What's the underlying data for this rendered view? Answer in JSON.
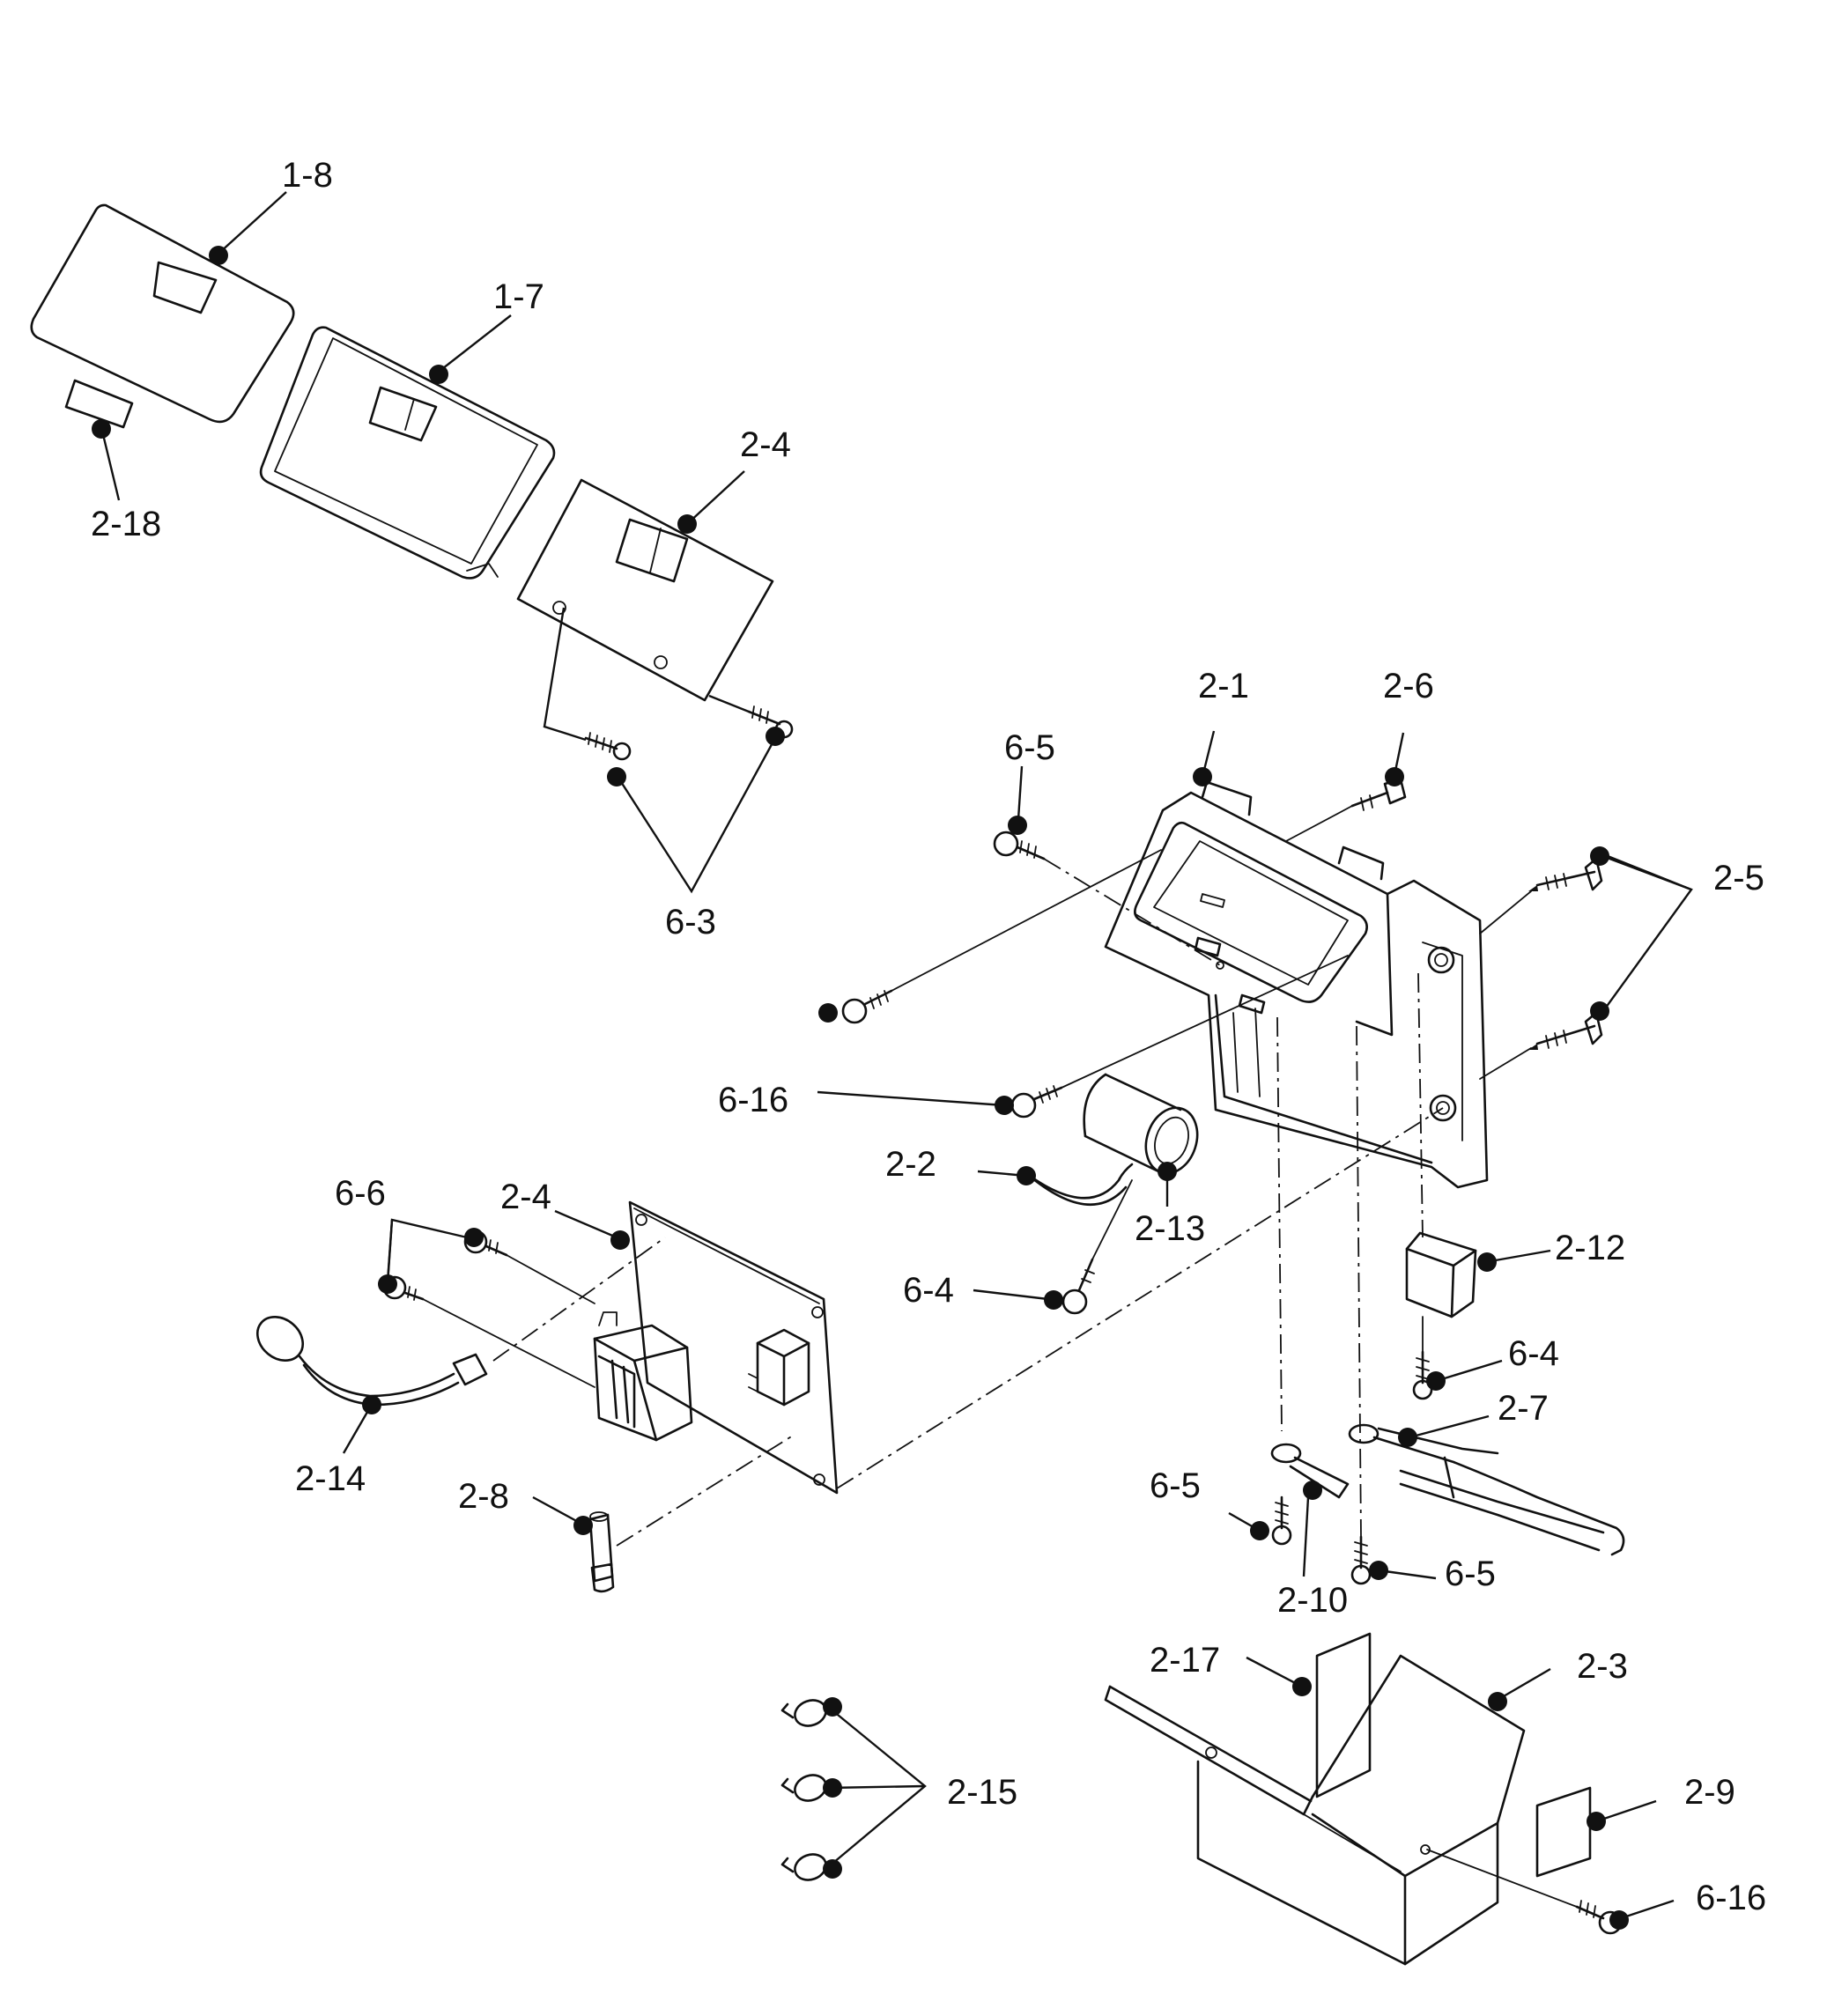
{
  "labels": {
    "p1_8": "1-8",
    "p1_7": "1-7",
    "p2_18": "2-18",
    "p2_4a": "2-4",
    "p6_3": "6-3",
    "p2_1": "2-1",
    "p2_6": "2-6",
    "p6_5a": "6-5",
    "p2_5": "2-5",
    "p6_16a": "6-16",
    "p2_2": "2-2",
    "p2_13": "2-13",
    "p6_6": "6-6",
    "p2_4b": "2-4",
    "p6_4a": "6-4",
    "p2_12": "2-12",
    "p6_4b": "6-4",
    "p2_7": "2-7",
    "p2_14": "2-14",
    "p2_8": "2-8",
    "p6_5b": "6-5",
    "p2_10": "2-10",
    "p6_5c": "6-5",
    "p2_17": "2-17",
    "p2_3": "2-3",
    "p2_15": "2-15",
    "p2_9": "2-9",
    "p6_16b": "6-16"
  }
}
